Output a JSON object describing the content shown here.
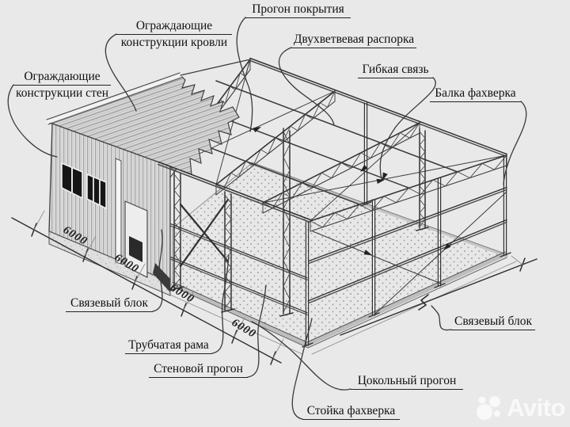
{
  "colors": {
    "background": "#e9e9e9",
    "line": "#3c3c3c",
    "window_glass": "#161616"
  },
  "diagram": {
    "labels": {
      "roof_purlin": "Прогон покрытия",
      "roof_envelope_line1": "Ограждающие",
      "roof_envelope_line2": "конструкции кровли",
      "wall_envelope_line1": "Ограждающие",
      "wall_envelope_line2": "конструкции стен",
      "two_branch_spacer": "Двухветвевая распорка",
      "flexible_tie": "Гибкая связь",
      "fachwerk_beam": "Балка фахверка",
      "brace_block_left": "Связевый блок",
      "tubular_frame": "Трубчатая рама",
      "wall_purlin": "Стеновой прогон",
      "fachwerk_post": "Стойка фахверка",
      "plinth_purlin": "Цокольный прогон",
      "brace_block_right": "Связевый блок"
    },
    "dimensions": {
      "values": [
        "6000",
        "6000",
        "6000",
        "6000"
      ]
    }
  },
  "watermark": {
    "text": "Avito",
    "logo_icon": "avito-circles-icon"
  }
}
